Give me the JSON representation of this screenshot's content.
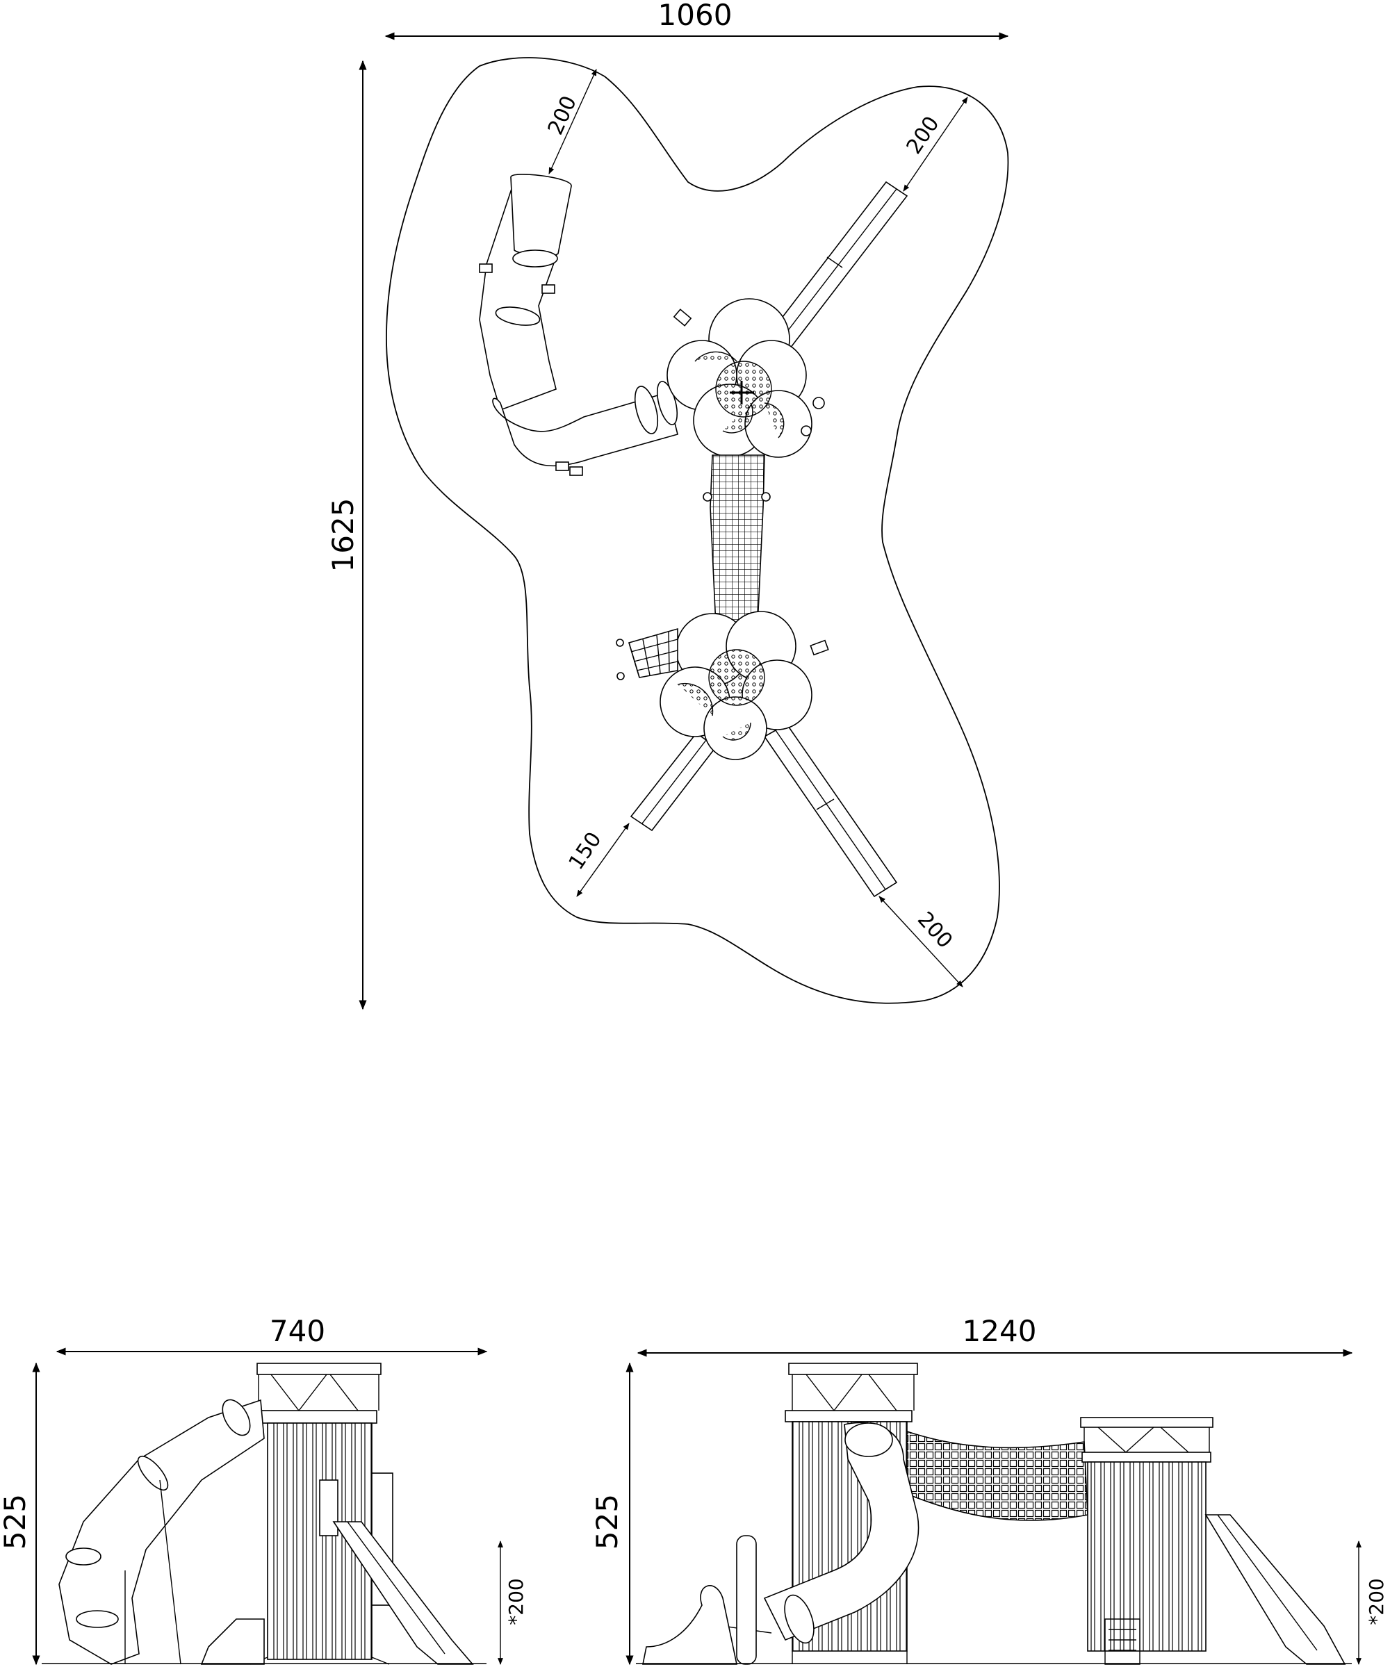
{
  "plan_view": {
    "width_label": "1060",
    "height_label": "1625",
    "slide_clearance_nw": "200",
    "slide_clearance_ne": "200",
    "slide_clearance_sw": "150",
    "slide_clearance_se": "200"
  },
  "side_view": {
    "width_label": "740",
    "height_label": "525",
    "ground_note": "*200"
  },
  "front_view": {
    "width_label": "1240",
    "height_label": "525",
    "ground_note": "*200"
  }
}
